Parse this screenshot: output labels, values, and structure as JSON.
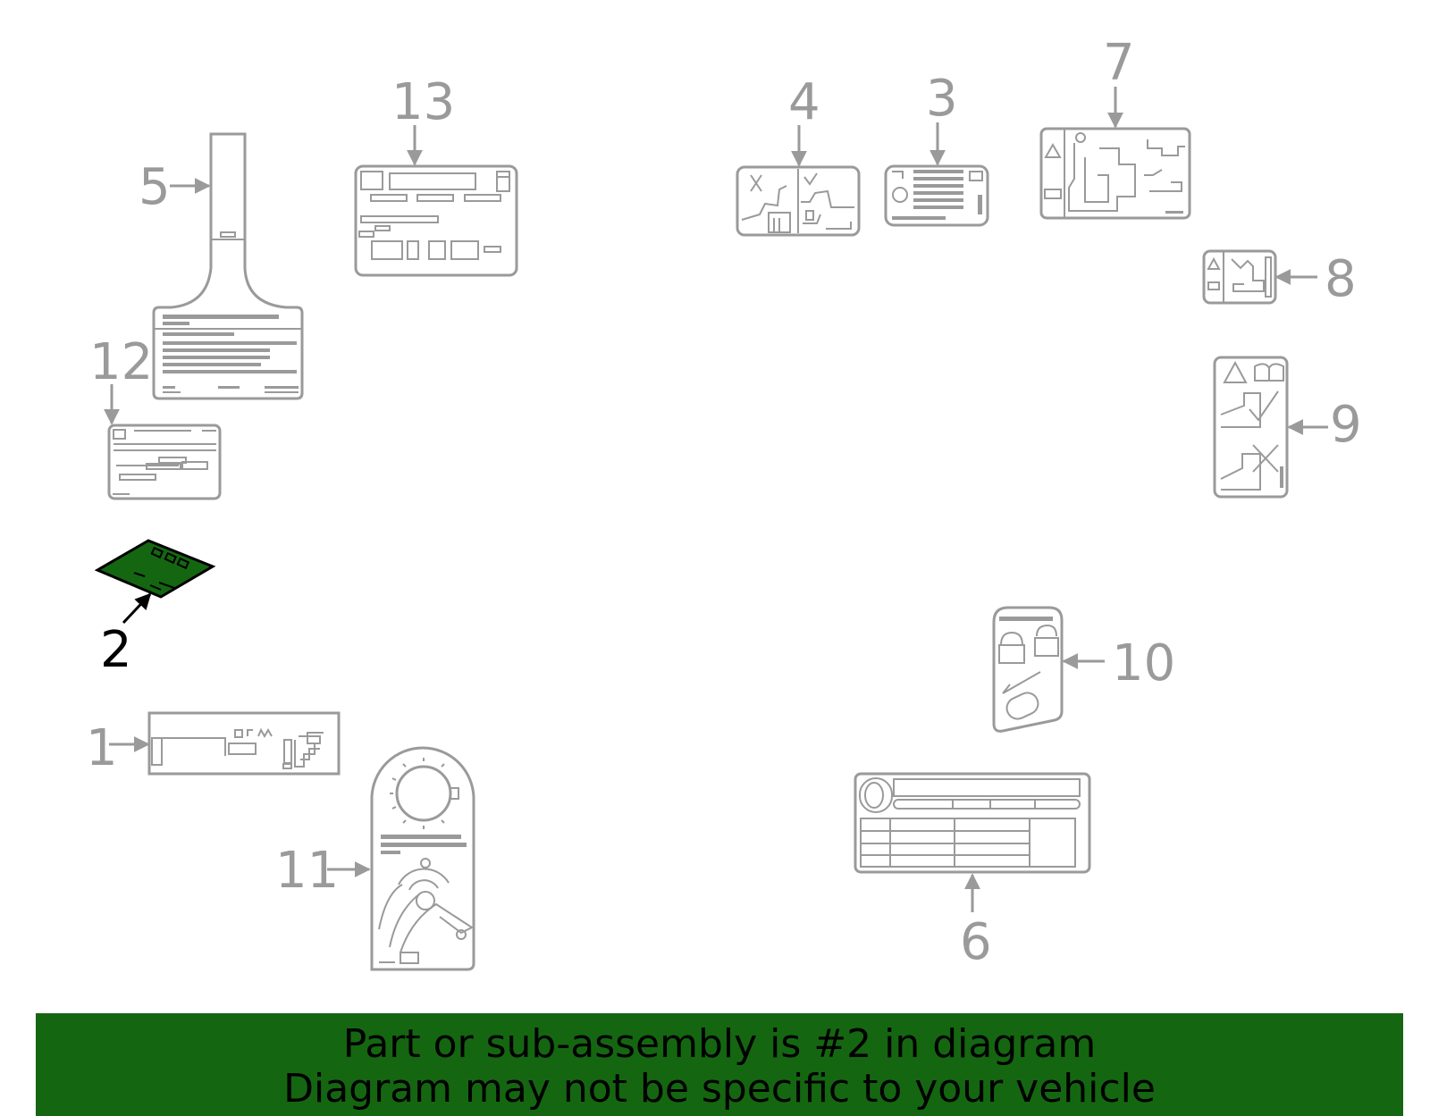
{
  "callouts": {
    "c1": "1",
    "c2": "2",
    "c3": "3",
    "c4": "4",
    "c5": "5",
    "c6": "6",
    "c7": "7",
    "c8": "8",
    "c9": "9",
    "c10": "10",
    "c11": "11",
    "c12": "12",
    "c13": "13"
  },
  "highlight": {
    "part": "2",
    "color": "#156611"
  },
  "banner": {
    "line1": "Part or sub-assembly is #2 in diagram",
    "line2": "Diagram may not be specific to your vehicle",
    "background": "#156611"
  },
  "colors": {
    "outline": "#9a9a9a",
    "highlight_text": "#000000"
  }
}
